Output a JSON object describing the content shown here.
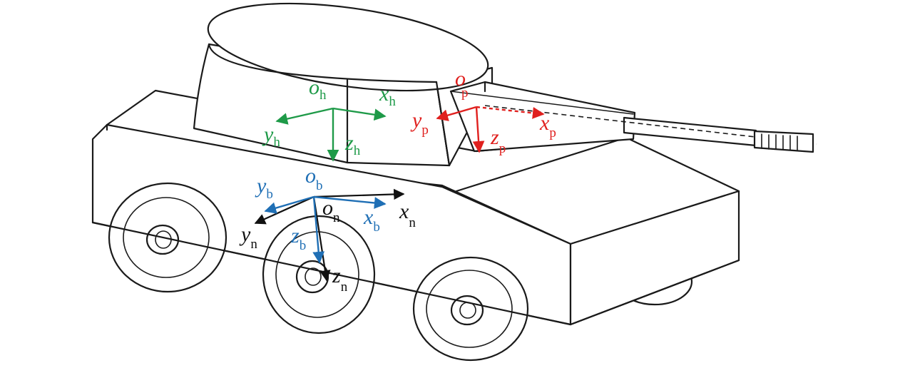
{
  "colors": {
    "turret": "#1e9a48",
    "gun": "#e0201e",
    "body": "#1f6fb5",
    "nav": "#111111"
  },
  "frames": {
    "turret": {
      "origin": {
        "main": "o",
        "sub": "h"
      },
      "x": {
        "main": "x",
        "sub": "h"
      },
      "y": {
        "main": "y",
        "sub": "h"
      },
      "z": {
        "main": "z",
        "sub": "h"
      }
    },
    "gun": {
      "origin": {
        "main": "o",
        "sub": "p"
      },
      "x": {
        "main": "x",
        "sub": "p"
      },
      "y": {
        "main": "y",
        "sub": "p"
      },
      "z": {
        "main": "z",
        "sub": "p"
      }
    },
    "body": {
      "origin": {
        "main": "o",
        "sub": "b"
      },
      "x": {
        "main": "x",
        "sub": "b"
      },
      "y": {
        "main": "y",
        "sub": "b"
      },
      "z": {
        "main": "z",
        "sub": "b"
      }
    },
    "nav": {
      "origin": {
        "main": "o",
        "sub": "n"
      },
      "x": {
        "main": "x",
        "sub": "n"
      },
      "y": {
        "main": "y",
        "sub": "n"
      },
      "z": {
        "main": "z",
        "sub": "n"
      }
    }
  }
}
